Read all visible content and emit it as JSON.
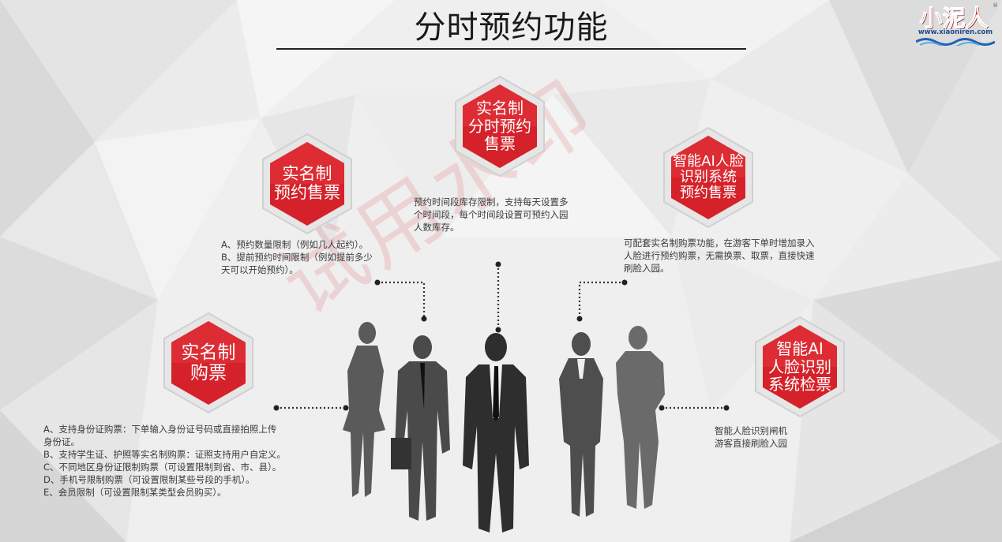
{
  "page": {
    "title": "分时预约功能",
    "watermark": "试用水印"
  },
  "logo": {
    "name": "小泥人",
    "url": "www.xiaoniren.com",
    "reg_mark": "®"
  },
  "features": [
    {
      "id": "realname-reserve",
      "label": "实名制\n预约售票",
      "description": "A、预约数量限制（例如几人起约）。\nB、提前预约时间限制（例如提前多少\n天可以开始预约）。"
    },
    {
      "id": "realname-timeslot",
      "label": "实名制\n分时预约\n售票",
      "description": "预约时间段库存限制，支持每天设置多\n个时间段，每个时间段设置可预约入园\n人数库存。"
    },
    {
      "id": "ai-face-reserve",
      "label": "智能AI人脸\n识别系统\n预约售票",
      "description": "可配套实名制购票功能，在游客下单时增加录入\n人脸进行预约购票，无需换票、取票，直接快速\n刷脸入园。"
    },
    {
      "id": "realname-purchase",
      "label": "实名制\n购票",
      "description": "A、支持身份证购票：下单输入身份证号码或直接拍照上传\n身份证。\nB、支持学生证、护照等实名制购票：证照支持用户自定义。\nC、不同地区身份证限制购票（可设置限制到省、市、县）。\nD、手机号限制购票（可设置限制某些号段的手机）。\nE、会员限制（可设置限制某类型会员购买）。"
    },
    {
      "id": "ai-face-check",
      "label": "智能AI\n人脸识别\n系统检票",
      "description": "智能人脸识别闸机\n游客直接刷脸入园"
    }
  ],
  "colors": {
    "accent_red": "#d5222a",
    "dark_red": "#8f1015",
    "silhouette": "#4a4a4a",
    "title_text": "#1a1a1a",
    "background": "#efefef"
  }
}
